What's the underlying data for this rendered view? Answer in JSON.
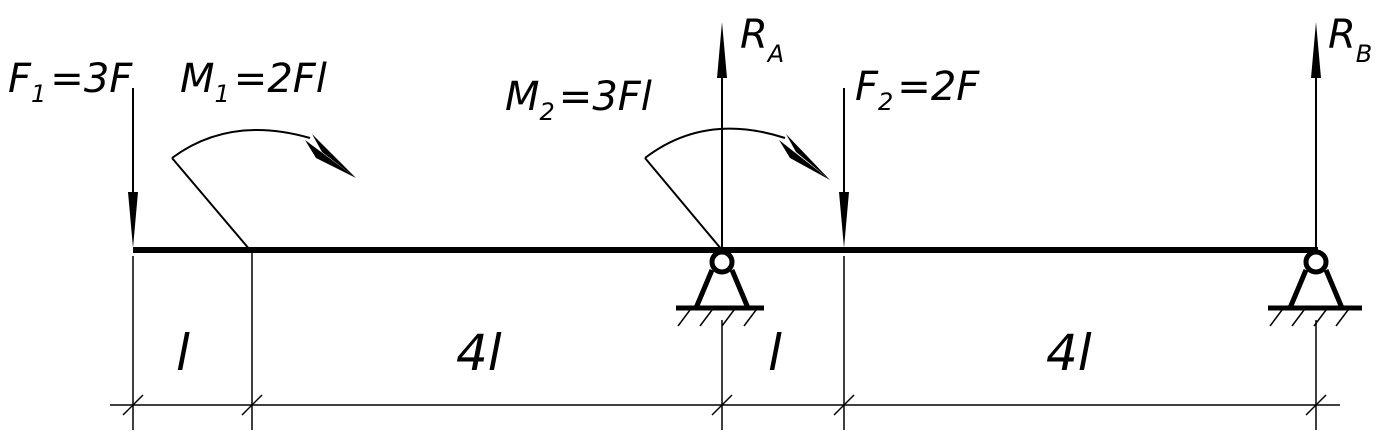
{
  "beam": {
    "color": "#000000",
    "loads": {
      "f1": {
        "main": "F",
        "sub": "1",
        "value": "=3F"
      },
      "m1": {
        "main": "M",
        "sub": "1",
        "value": "=2Fl"
      },
      "m2": {
        "main": "M",
        "sub": "2",
        "value": "=3Fl"
      },
      "f2": {
        "main": "F",
        "sub": "2",
        "value": "=2F"
      }
    },
    "reactions": {
      "ra": {
        "main": "R",
        "sub": "A"
      },
      "rb": {
        "main": "R",
        "sub": "B"
      }
    },
    "spans": [
      {
        "label": "l"
      },
      {
        "label": "4l"
      },
      {
        "label": "l"
      },
      {
        "label": "4l"
      }
    ]
  }
}
